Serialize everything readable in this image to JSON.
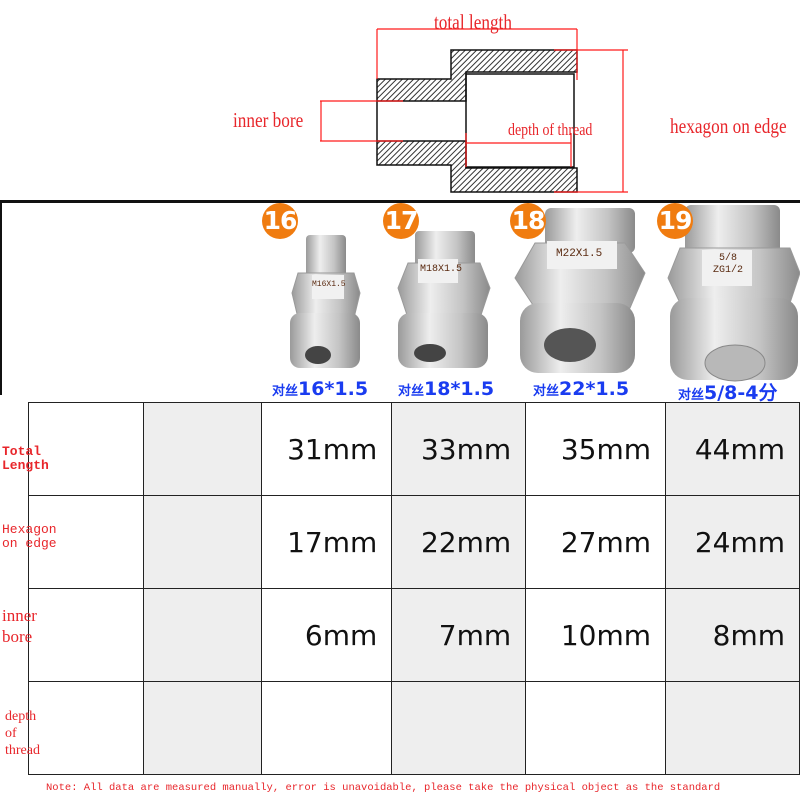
{
  "diagram": {
    "total_length": "total length",
    "inner_bore": "inner bore",
    "depth_of_thread": "depth of thread",
    "hexagon_on_edge": "hexagon on edge"
  },
  "products": [
    {
      "number": "16",
      "marking": "M16X1.5",
      "label_cn": "对丝",
      "label": "16*1.5"
    },
    {
      "number": "17",
      "marking": "M18X1.5",
      "label_cn": "对丝",
      "label": "18*1.5"
    },
    {
      "number": "18",
      "marking": "M22X1.5",
      "label_cn": "对丝",
      "label": "22*1.5"
    },
    {
      "number": "19",
      "marking": "5/8 ZG1/2",
      "label_cn": "对丝",
      "label": "5/8-4分"
    }
  ],
  "table": {
    "row_labels": [
      "Total Length",
      "Hexagon on edge",
      "inner bore",
      "depth of thread"
    ],
    "rows": [
      [
        "31mm",
        "33mm",
        "35mm",
        "44mm"
      ],
      [
        "17mm",
        "22mm",
        "27mm",
        "24mm"
      ],
      [
        "6mm",
        "7mm",
        "10mm",
        "8mm"
      ],
      [
        "",
        "",
        "",
        ""
      ]
    ]
  },
  "note": "Note: All data are measured manually, error is unavoidable, please take the physical object as the standard",
  "colors": {
    "accent_red": "#e8262b",
    "badge_orange": "#f07c10",
    "label_blue": "#1a3cf0"
  }
}
